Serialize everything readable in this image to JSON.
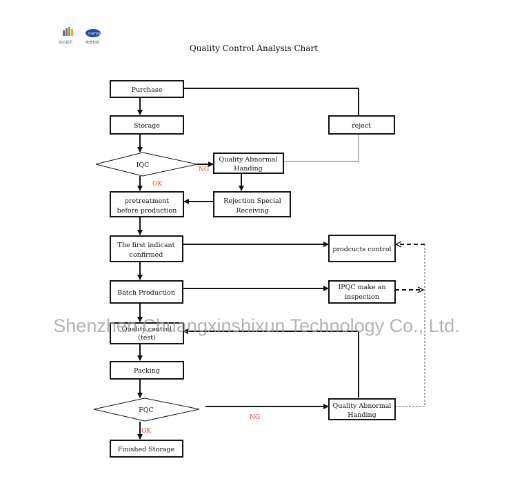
{
  "title": "Quality Control Analysis Chart",
  "logos": {
    "left_caption": "创芯视讯",
    "right_caption": "皓普科技",
    "right_mark": "hampo"
  },
  "watermark": "Shenzhen Chuangxinshixun Technology Co., Ltd.",
  "nodes": {
    "purchase": "Purchase",
    "storage": "Storage",
    "iqc": "IQC",
    "reject": "reject",
    "qa_handing_1": [
      "Quality Abnormal",
      "Handing"
    ],
    "rejection_receiving": [
      "Rejection Special",
      "Receiving"
    ],
    "pretreatment": [
      "pretreatment",
      "before production"
    ],
    "first_indicant": [
      "The first indicant",
      "confirmed"
    ],
    "products_control": "prodcucts control",
    "batch_production": "Batch Production",
    "ipqc": [
      "IPQC make an",
      "inspection"
    ],
    "quality_control_test": [
      "Quality control",
      "(test)"
    ],
    "packing": "Packing",
    "fqc": "FQC",
    "qa_handing_2": [
      "Quality Abnormal",
      "Handing"
    ],
    "finished_storage": "Finished Storage"
  },
  "edge_labels": {
    "iqc_ng": "NG",
    "iqc_ok": "OK",
    "fqc_ng": "NG",
    "fqc_ok": "OK"
  },
  "colors": {
    "line": "#111111",
    "label_red": "#e8322c",
    "thin_line": "#6b6b6b",
    "watermark": "#9a9a9a"
  }
}
